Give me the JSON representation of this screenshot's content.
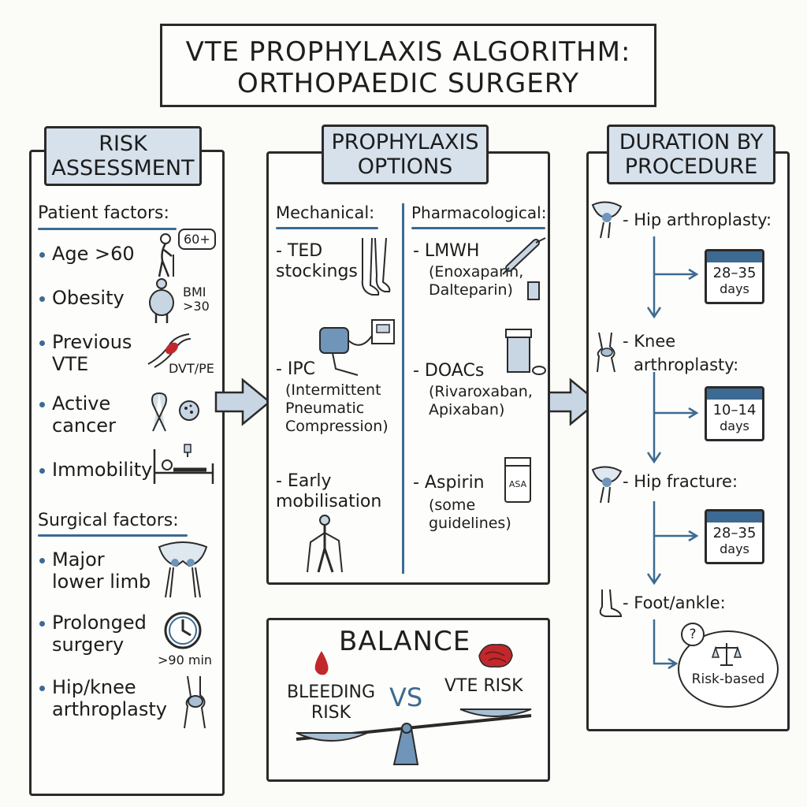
{
  "title": {
    "line1": "VTE PROPHYLAXIS ALGORITHM:",
    "line2": "ORTHOPAEDIC SURGERY"
  },
  "risk": {
    "header": {
      "line1": "RISK",
      "line2": "ASSESSMENT"
    },
    "patient_heading": "Patient factors:",
    "patient_items": [
      {
        "line1": "Age >60",
        "line2": "",
        "tag": "60+"
      },
      {
        "line1": "Obesity",
        "line2": "",
        "tag": "BMI",
        "tag2": ">30"
      },
      {
        "line1": "Previous",
        "line2": "VTE",
        "tag": "DVT/PE"
      },
      {
        "line1": "Active",
        "line2": "cancer"
      },
      {
        "line1": "Immobility",
        "line2": ""
      }
    ],
    "surgical_heading": "Surgical factors:",
    "surgical_items": [
      {
        "line1": "Major",
        "line2": "lower limb"
      },
      {
        "line1": "Prolonged",
        "line2": "surgery",
        "tag": ">90 min"
      },
      {
        "line1": "Hip/knee",
        "line2": "arthroplasty"
      }
    ]
  },
  "options": {
    "header": {
      "line1": "PROPHYLAXIS",
      "line2": "OPTIONS"
    },
    "mech_heading": "Mechanical:",
    "pharm_heading": "Pharmacological:",
    "mech_items": [
      {
        "line1": "- TED",
        "line2": "stockings"
      },
      {
        "line1": "- IPC",
        "line2": "(Intermittent",
        "line3": "Pneumatic",
        "line4": "Compression)"
      },
      {
        "line1": "- Early",
        "line2": "mobilisation"
      }
    ],
    "pharm_items": [
      {
        "line1": "- LMWH",
        "line2": "(Enoxaparin,",
        "line3": "Dalteparin)"
      },
      {
        "line1": "- DOACs",
        "line2": "(Rivaroxaban,",
        "line3": "Apixaban)"
      },
      {
        "line1": "- Aspirin",
        "line2": "(some",
        "line3": "guidelines)",
        "tag": "ASA"
      }
    ]
  },
  "balance": {
    "title": "BALANCE",
    "left_line1": "BLEEDING",
    "left_line2": "RISK",
    "vs": "VS",
    "right": "VTE RISK"
  },
  "duration": {
    "header": {
      "line1": "DURATION BY",
      "line2": "PROCEDURE"
    },
    "items": [
      {
        "label1": "- Hip arthroplasty:",
        "label2": "",
        "days1": "28–35",
        "days2": "days"
      },
      {
        "label1": "- Knee",
        "label2": "arthroplasty:",
        "days1": "10–14",
        "days2": "days"
      },
      {
        "label1": "- Hip fracture:",
        "label2": "",
        "days1": "28–35",
        "days2": "days"
      },
      {
        "label1": "- Foot/ankle:",
        "label2": "",
        "days1": "Risk-based",
        "days2": "",
        "mark": "?"
      }
    ]
  },
  "colors": {
    "accent": "#3d6a92",
    "header_fill": "#d6e1ec",
    "blood": "#c0282c"
  }
}
